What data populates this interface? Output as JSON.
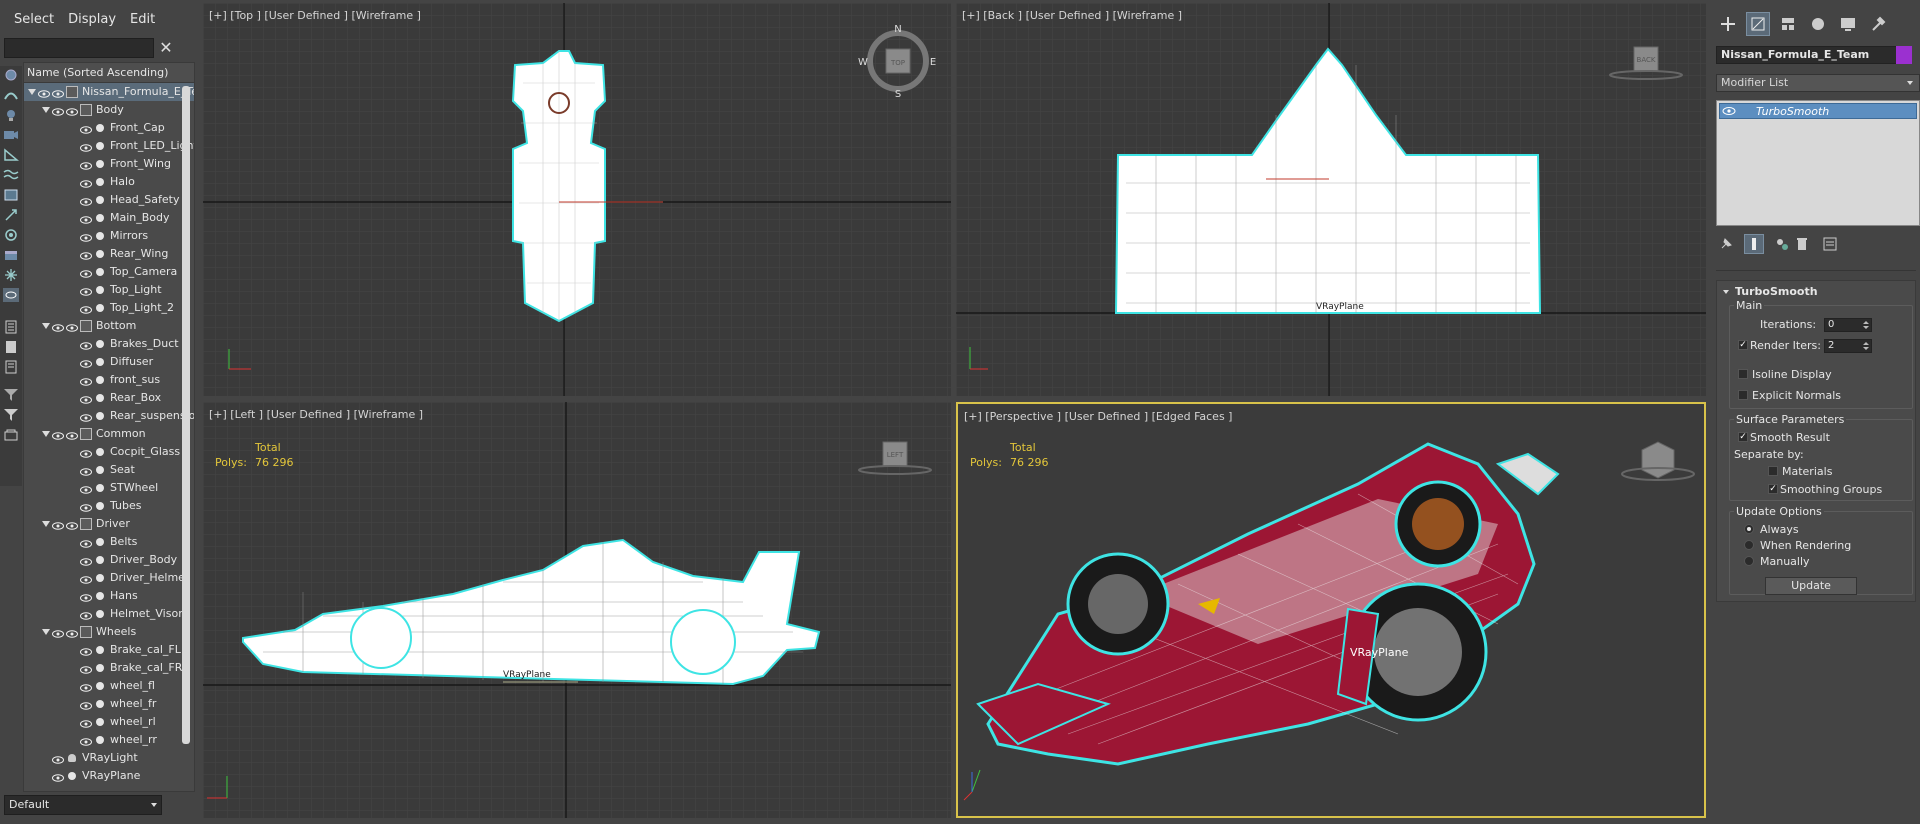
{
  "explorer": {
    "menu": [
      "Select",
      "Display",
      "Edit"
    ],
    "search_value": "",
    "column_header": "Name (Sorted Ascending)",
    "layer_select": "Default",
    "tree": [
      {
        "label": "Nissan_Formula_E_Team",
        "level": 0,
        "kind": "group",
        "expanded": true,
        "selected": true
      },
      {
        "label": "Body",
        "level": 1,
        "kind": "group",
        "expanded": true
      },
      {
        "label": "Front_Cap",
        "level": 2,
        "kind": "obj"
      },
      {
        "label": "Front_LED_Lights",
        "level": 2,
        "kind": "obj"
      },
      {
        "label": "Front_Wing",
        "level": 2,
        "kind": "obj"
      },
      {
        "label": "Halo",
        "level": 2,
        "kind": "obj"
      },
      {
        "label": "Head_Safety",
        "level": 2,
        "kind": "obj"
      },
      {
        "label": "Main_Body",
        "level": 2,
        "kind": "obj"
      },
      {
        "label": "Mirrors",
        "level": 2,
        "kind": "obj"
      },
      {
        "label": "Rear_Wing",
        "level": 2,
        "kind": "obj"
      },
      {
        "label": "Top_Camera",
        "level": 2,
        "kind": "obj"
      },
      {
        "label": "Top_Light",
        "level": 2,
        "kind": "obj"
      },
      {
        "label": "Top_Light_2",
        "level": 2,
        "kind": "obj"
      },
      {
        "label": "Bottom",
        "level": 1,
        "kind": "group",
        "expanded": true
      },
      {
        "label": "Brakes_Duct",
        "level": 2,
        "kind": "obj"
      },
      {
        "label": "Diffuser",
        "level": 2,
        "kind": "obj"
      },
      {
        "label": "front_sus",
        "level": 2,
        "kind": "obj"
      },
      {
        "label": "Rear_Box",
        "level": 2,
        "kind": "obj"
      },
      {
        "label": "Rear_suspension",
        "level": 2,
        "kind": "obj"
      },
      {
        "label": "Common",
        "level": 1,
        "kind": "group",
        "expanded": true
      },
      {
        "label": "Cocpit_Glass",
        "level": 2,
        "kind": "obj"
      },
      {
        "label": "Seat",
        "level": 2,
        "kind": "obj"
      },
      {
        "label": "STWheel",
        "level": 2,
        "kind": "obj"
      },
      {
        "label": "Tubes",
        "level": 2,
        "kind": "obj"
      },
      {
        "label": "Driver",
        "level": 1,
        "kind": "group",
        "expanded": true
      },
      {
        "label": "Belts",
        "level": 2,
        "kind": "obj"
      },
      {
        "label": "Driver_Body",
        "level": 2,
        "kind": "obj"
      },
      {
        "label": "Driver_Helmet",
        "level": 2,
        "kind": "obj"
      },
      {
        "label": "Hans",
        "level": 2,
        "kind": "obj"
      },
      {
        "label": "Helmet_Visor",
        "level": 2,
        "kind": "obj"
      },
      {
        "label": "Wheels",
        "level": 1,
        "kind": "group",
        "expanded": true
      },
      {
        "label": "Brake_cal_FL",
        "level": 2,
        "kind": "obj"
      },
      {
        "label": "Brake_cal_FR",
        "level": 2,
        "kind": "obj"
      },
      {
        "label": "wheel_fl",
        "level": 2,
        "kind": "obj"
      },
      {
        "label": "wheel_fr",
        "level": 2,
        "kind": "obj"
      },
      {
        "label": "wheel_rl",
        "level": 2,
        "kind": "obj"
      },
      {
        "label": "wheel_rr",
        "level": 2,
        "kind": "obj"
      },
      {
        "label": "VRayLight",
        "level": 0,
        "kind": "light"
      },
      {
        "label": "VRayPlane",
        "level": 0,
        "kind": "obj"
      }
    ]
  },
  "viewports": {
    "top": {
      "label": "[+] [Top ] [User Defined ] [Wireframe ]",
      "compass": [
        "N",
        "W",
        "E",
        "S"
      ],
      "cube_label": "TOP"
    },
    "back": {
      "label": "[+] [Back ] [User Defined ] [Wireframe ]",
      "cube_label": "BACK",
      "plane_label": "VRayPlane"
    },
    "left": {
      "label": "[+] [Left ] [User Defined ] [Wireframe ]",
      "cube_label": "LEFT",
      "stats_title": "Total",
      "stats_key": "Polys:",
      "stats_value": "76 296",
      "plane_label": "VRayPlane"
    },
    "persp": {
      "label": "[+] [Perspective ] [User Defined ] [Edged Faces ]",
      "stats_title": "Total",
      "stats_key": "Polys:",
      "stats_value": "76 296",
      "plane_label": "VRayPlane"
    }
  },
  "command_panel": {
    "object_name": "Nissan_Formula_E_Team",
    "object_color": "#9b30d0",
    "modifier_list": "Modifier List",
    "stack_item": "TurboSmooth",
    "rollout_title": "TurboSmooth",
    "main_group": "Main",
    "iterations_label": "Iterations:",
    "iterations_value": "0",
    "render_iters_label": "Render Iters:",
    "render_iters_value": "2",
    "isoline_label": "Isoline Display",
    "explicit_normals_label": "Explicit Normals",
    "surface_group": "Surface Parameters",
    "smooth_result_label": "Smooth Result",
    "separate_by_label": "Separate by:",
    "materials_label": "Materials",
    "smoothing_groups_label": "Smoothing Groups",
    "update_group": "Update Options",
    "always_label": "Always",
    "when_rendering_label": "When Rendering",
    "manually_label": "Manually",
    "update_button": "Update"
  },
  "colors": {
    "viewport_bg": "#3a3a3a",
    "wire_highlight": "#3ee4e4",
    "stats": "#e3c63a",
    "active_viewport_border": "#d8c24a",
    "car_red": "#9c1634"
  }
}
